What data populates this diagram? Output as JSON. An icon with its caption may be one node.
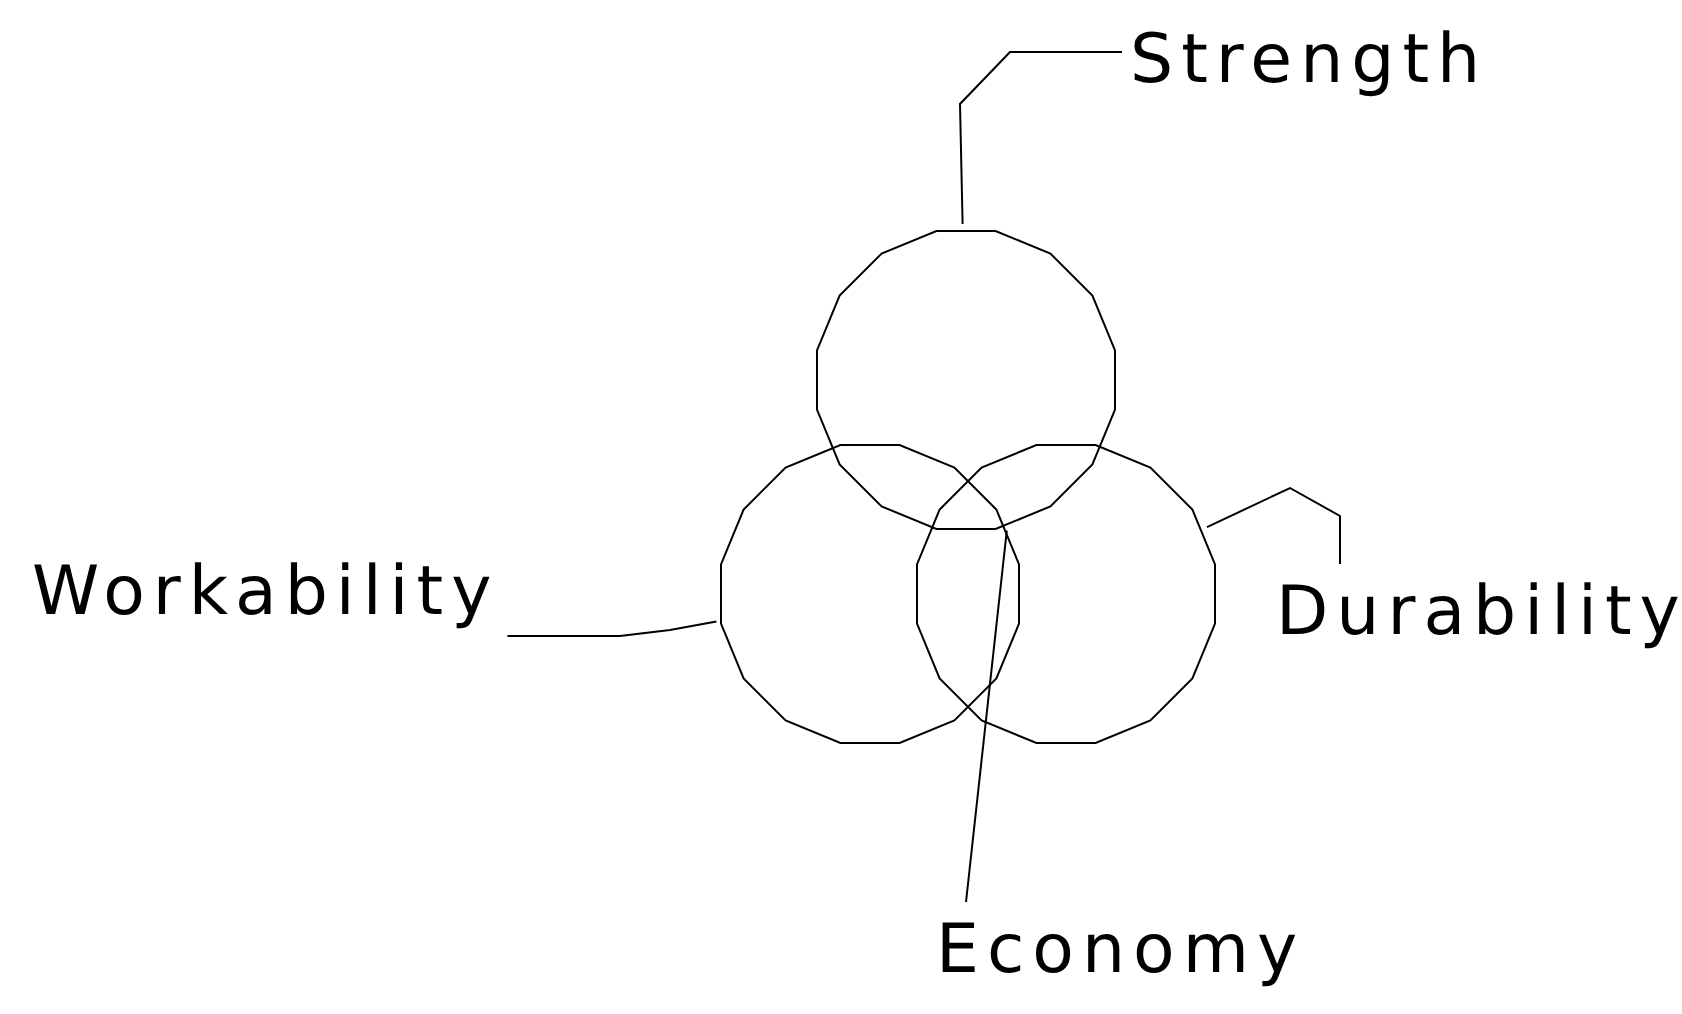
{
  "diagram": {
    "nodes": [
      {
        "text": [
          "Strength"
        ]
      },
      {
        "text": [],
        "shape": "circle"
      },
      {
        "text": [
          "Workability"
        ]
      },
      {
        "text": [],
        "shape": "circle"
      },
      {
        "text": [],
        "shape": "circle"
      },
      {
        "text": [
          "Durability"
        ]
      },
      {
        "text": [
          "Economy"
        ]
      }
    ],
    "edges": [
      {
        "from": 0,
        "to": 1,
        "arrow": "none"
      },
      {
        "from": 2,
        "to": 3,
        "arrow": "none"
      },
      {
        "from": 5,
        "to": 4,
        "arrow": "none"
      },
      {
        "from": 6,
        "to": 1,
        "arrow": "none"
      }
    ]
  }
}
